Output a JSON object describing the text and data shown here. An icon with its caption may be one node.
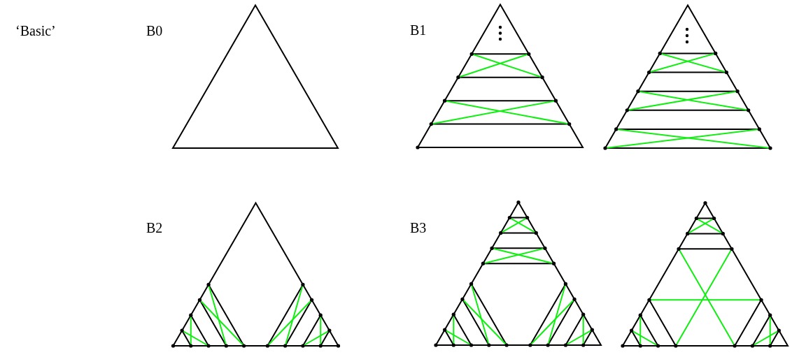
{
  "diagram": {
    "labels": [
      "‘Basic’",
      "B0",
      "B1",
      "B2",
      "B3"
    ]
  }
}
